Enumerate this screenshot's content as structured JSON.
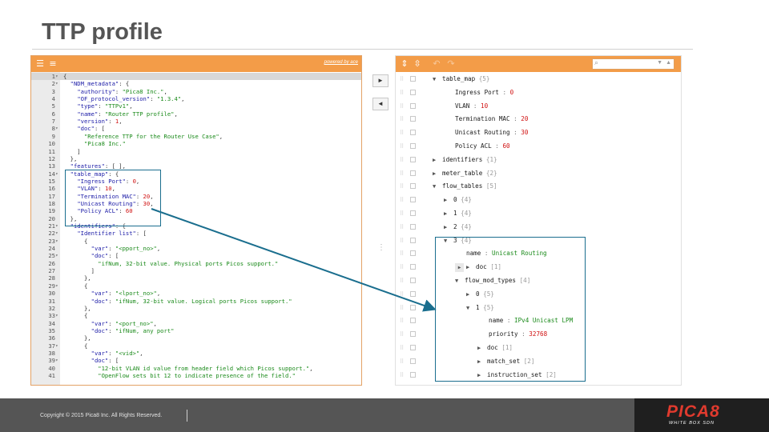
{
  "slide": {
    "title": "TTP profile"
  },
  "editor": {
    "powered_by": "powered by ace",
    "toolbar_icons": [
      "format-icon",
      "compact-icon"
    ],
    "lines": [
      {
        "n": "1",
        "fold": "▾",
        "html": "{"
      },
      {
        "n": "2",
        "fold": "▾",
        "html": "  <span class='k'>\"NDM_metadata\"</span>: {"
      },
      {
        "n": "3",
        "fold": "",
        "html": "    <span class='k'>\"authority\"</span>: <span class='s'>\"Pica8 Inc.\"</span>,"
      },
      {
        "n": "4",
        "fold": "",
        "html": "    <span class='k'>\"OF_protocol_version\"</span>: <span class='s'>\"1.3.4\"</span>,"
      },
      {
        "n": "5",
        "fold": "",
        "html": "    <span class='k'>\"type\"</span>: <span class='s'>\"TTPv1\"</span>,"
      },
      {
        "n": "6",
        "fold": "",
        "html": "    <span class='k'>\"name\"</span>: <span class='s'>\"Router TTP profile\"</span>,"
      },
      {
        "n": "7",
        "fold": "",
        "html": "    <span class='k'>\"version\"</span>: <span class='n'>1</span>,"
      },
      {
        "n": "8",
        "fold": "▾",
        "html": "    <span class='k'>\"doc\"</span>: ["
      },
      {
        "n": "9",
        "fold": "",
        "html": "      <span class='s'>\"Reference TTP for the Router Use Case\"</span>,"
      },
      {
        "n": "10",
        "fold": "",
        "html": "      <span class='s'>\"Pica8 Inc.\"</span>"
      },
      {
        "n": "11",
        "fold": "",
        "html": "    ]"
      },
      {
        "n": "12",
        "fold": "",
        "html": "  },"
      },
      {
        "n": "13",
        "fold": "",
        "html": "  <span class='k'>\"features\"</span>: [ ],"
      },
      {
        "n": "14",
        "fold": "▾",
        "html": "  <span class='k'>\"table_map\"</span>: {"
      },
      {
        "n": "15",
        "fold": "",
        "html": "    <span class='k'>\"Ingress Port\"</span>: <span class='n'>0</span>,"
      },
      {
        "n": "16",
        "fold": "",
        "html": "    <span class='k'>\"VLAN\"</span>: <span class='n'>10</span>,"
      },
      {
        "n": "17",
        "fold": "",
        "html": "    <span class='k'>\"Termination MAC\"</span>: <span class='n'>20</span>,"
      },
      {
        "n": "18",
        "fold": "",
        "html": "    <span class='k'>\"Unicast Routing\"</span>: <span class='n'>30</span>,"
      },
      {
        "n": "19",
        "fold": "",
        "html": "    <span class='k'>\"Policy ACL\"</span>: <span class='n'>60</span>"
      },
      {
        "n": "20",
        "fold": "",
        "html": "  },"
      },
      {
        "n": "21",
        "fold": "▾",
        "html": "  <span class='k'>\"identifiers\"</span>: {"
      },
      {
        "n": "22",
        "fold": "▾",
        "html": "    <span class='k'>\"Identifier list\"</span>: ["
      },
      {
        "n": "23",
        "fold": "▾",
        "html": "      {"
      },
      {
        "n": "24",
        "fold": "",
        "html": "        <span class='k'>\"var\"</span>: <span class='s'>\"&lt;pport_no&gt;\"</span>,"
      },
      {
        "n": "25",
        "fold": "▾",
        "html": "        <span class='k'>\"doc\"</span>: ["
      },
      {
        "n": "26",
        "fold": "",
        "html": "          <span class='s'>\"ifNum, 32-bit value. Physical ports Picos support.\"</span>"
      },
      {
        "n": "27",
        "fold": "",
        "html": "        ]"
      },
      {
        "n": "28",
        "fold": "",
        "html": "      },"
      },
      {
        "n": "29",
        "fold": "▾",
        "html": "      {"
      },
      {
        "n": "30",
        "fold": "",
        "html": "        <span class='k'>\"var\"</span>: <span class='s'>\"&lt;lport_no&gt;\"</span>,"
      },
      {
        "n": "31",
        "fold": "",
        "html": "        <span class='k'>\"doc\"</span>: <span class='s'>\"ifNum, 32-bit value. Logical ports Picos support.\"</span>"
      },
      {
        "n": "32",
        "fold": "",
        "html": "      },"
      },
      {
        "n": "33",
        "fold": "▾",
        "html": "      {"
      },
      {
        "n": "34",
        "fold": "",
        "html": "        <span class='k'>\"var\"</span>: <span class='s'>\"&lt;port_no&gt;\"</span>,"
      },
      {
        "n": "35",
        "fold": "",
        "html": "        <span class='k'>\"doc\"</span>: <span class='s'>\"ifNum, any port\"</span>"
      },
      {
        "n": "36",
        "fold": "",
        "html": "      },"
      },
      {
        "n": "37",
        "fold": "▾",
        "html": "      {"
      },
      {
        "n": "38",
        "fold": "",
        "html": "        <span class='k'>\"var\"</span>: <span class='s'>\"&lt;vid&gt;\"</span>,"
      },
      {
        "n": "39",
        "fold": "▾",
        "html": "        <span class='k'>\"doc\"</span>: ["
      },
      {
        "n": "40",
        "fold": "",
        "html": "          <span class='s'>\"12-bit VLAN id value from header field which Picos support.\"</span>,"
      },
      {
        "n": "41",
        "fold": "",
        "html": "          <span class='s'>\"OpenFlow sets bit 12 to indicate presence of the field.\"</span>"
      }
    ]
  },
  "middle": {
    "copy_right_glyph": "►",
    "copy_left_glyph": "◄",
    "dots": "⋮"
  },
  "tree": {
    "toolbar_icons": [
      "expand-all-icon",
      "collapse-all-icon",
      "undo-icon",
      "redo-icon"
    ],
    "search_placeholder": "",
    "rows": [
      {
        "indent": 0,
        "arrow": "▼",
        "key": "table_map",
        "count": "{5}"
      },
      {
        "indent": 2,
        "arrow": "",
        "key": "Ingress Port",
        "value": "0",
        "vt": "n"
      },
      {
        "indent": 2,
        "arrow": "",
        "key": "VLAN",
        "value": "10",
        "vt": "n"
      },
      {
        "indent": 2,
        "arrow": "",
        "key": "Termination MAC",
        "value": "20",
        "vt": "n"
      },
      {
        "indent": 2,
        "arrow": "",
        "key": "Unicast Routing",
        "value": "30",
        "vt": "n"
      },
      {
        "indent": 2,
        "arrow": "",
        "key": "Policy ACL",
        "value": "60",
        "vt": "n"
      },
      {
        "indent": 0,
        "arrow": "▶",
        "key": "identifiers",
        "count": "{1}"
      },
      {
        "indent": 0,
        "arrow": "▶",
        "key": "meter_table",
        "count": "{2}"
      },
      {
        "indent": 0,
        "arrow": "▼",
        "key": "flow_tables",
        "count": "[5]"
      },
      {
        "indent": 1,
        "arrow": "▶",
        "key": "0",
        "count": "{4}"
      },
      {
        "indent": 1,
        "arrow": "▶",
        "key": "1",
        "count": "{4}"
      },
      {
        "indent": 1,
        "arrow": "▶",
        "key": "2",
        "count": "{4}"
      },
      {
        "indent": 1,
        "arrow": "▼",
        "key": "3",
        "count": "{4}"
      },
      {
        "indent": 3,
        "arrow": "",
        "key": "name",
        "value": "Unicast Routing",
        "vt": "s"
      },
      {
        "indent": 2,
        "arrow": "▶",
        "key": "doc",
        "count": "[1]",
        "ctx": true
      },
      {
        "indent": 2,
        "arrow": "▼",
        "key": "flow_mod_types",
        "count": "[4]"
      },
      {
        "indent": 3,
        "arrow": "▶",
        "key": "0",
        "count": "{5}"
      },
      {
        "indent": 3,
        "arrow": "▼",
        "key": "1",
        "count": "{5}"
      },
      {
        "indent": 5,
        "arrow": "",
        "key": "name",
        "value": "IPv4 Unicast LPM",
        "vt": "s"
      },
      {
        "indent": 5,
        "arrow": "",
        "key": "priority",
        "value": "32768",
        "vt": "n"
      },
      {
        "indent": 4,
        "arrow": "▶",
        "key": "doc",
        "count": "[1]"
      },
      {
        "indent": 4,
        "arrow": "▶",
        "key": "match_set",
        "count": "[2]"
      },
      {
        "indent": 4,
        "arrow": "▶",
        "key": "instruction_set",
        "count": "[2]"
      }
    ]
  },
  "footer": {
    "copyright": "Copyright © 2015 Pica8 Inc. All Rights Reserved.",
    "logo": "PICA8",
    "logo_tagline": "WHITE BOX SDN"
  },
  "colors": {
    "accent": "#f39c48",
    "highlight": "#1a6e8e",
    "footer": "#555555"
  }
}
